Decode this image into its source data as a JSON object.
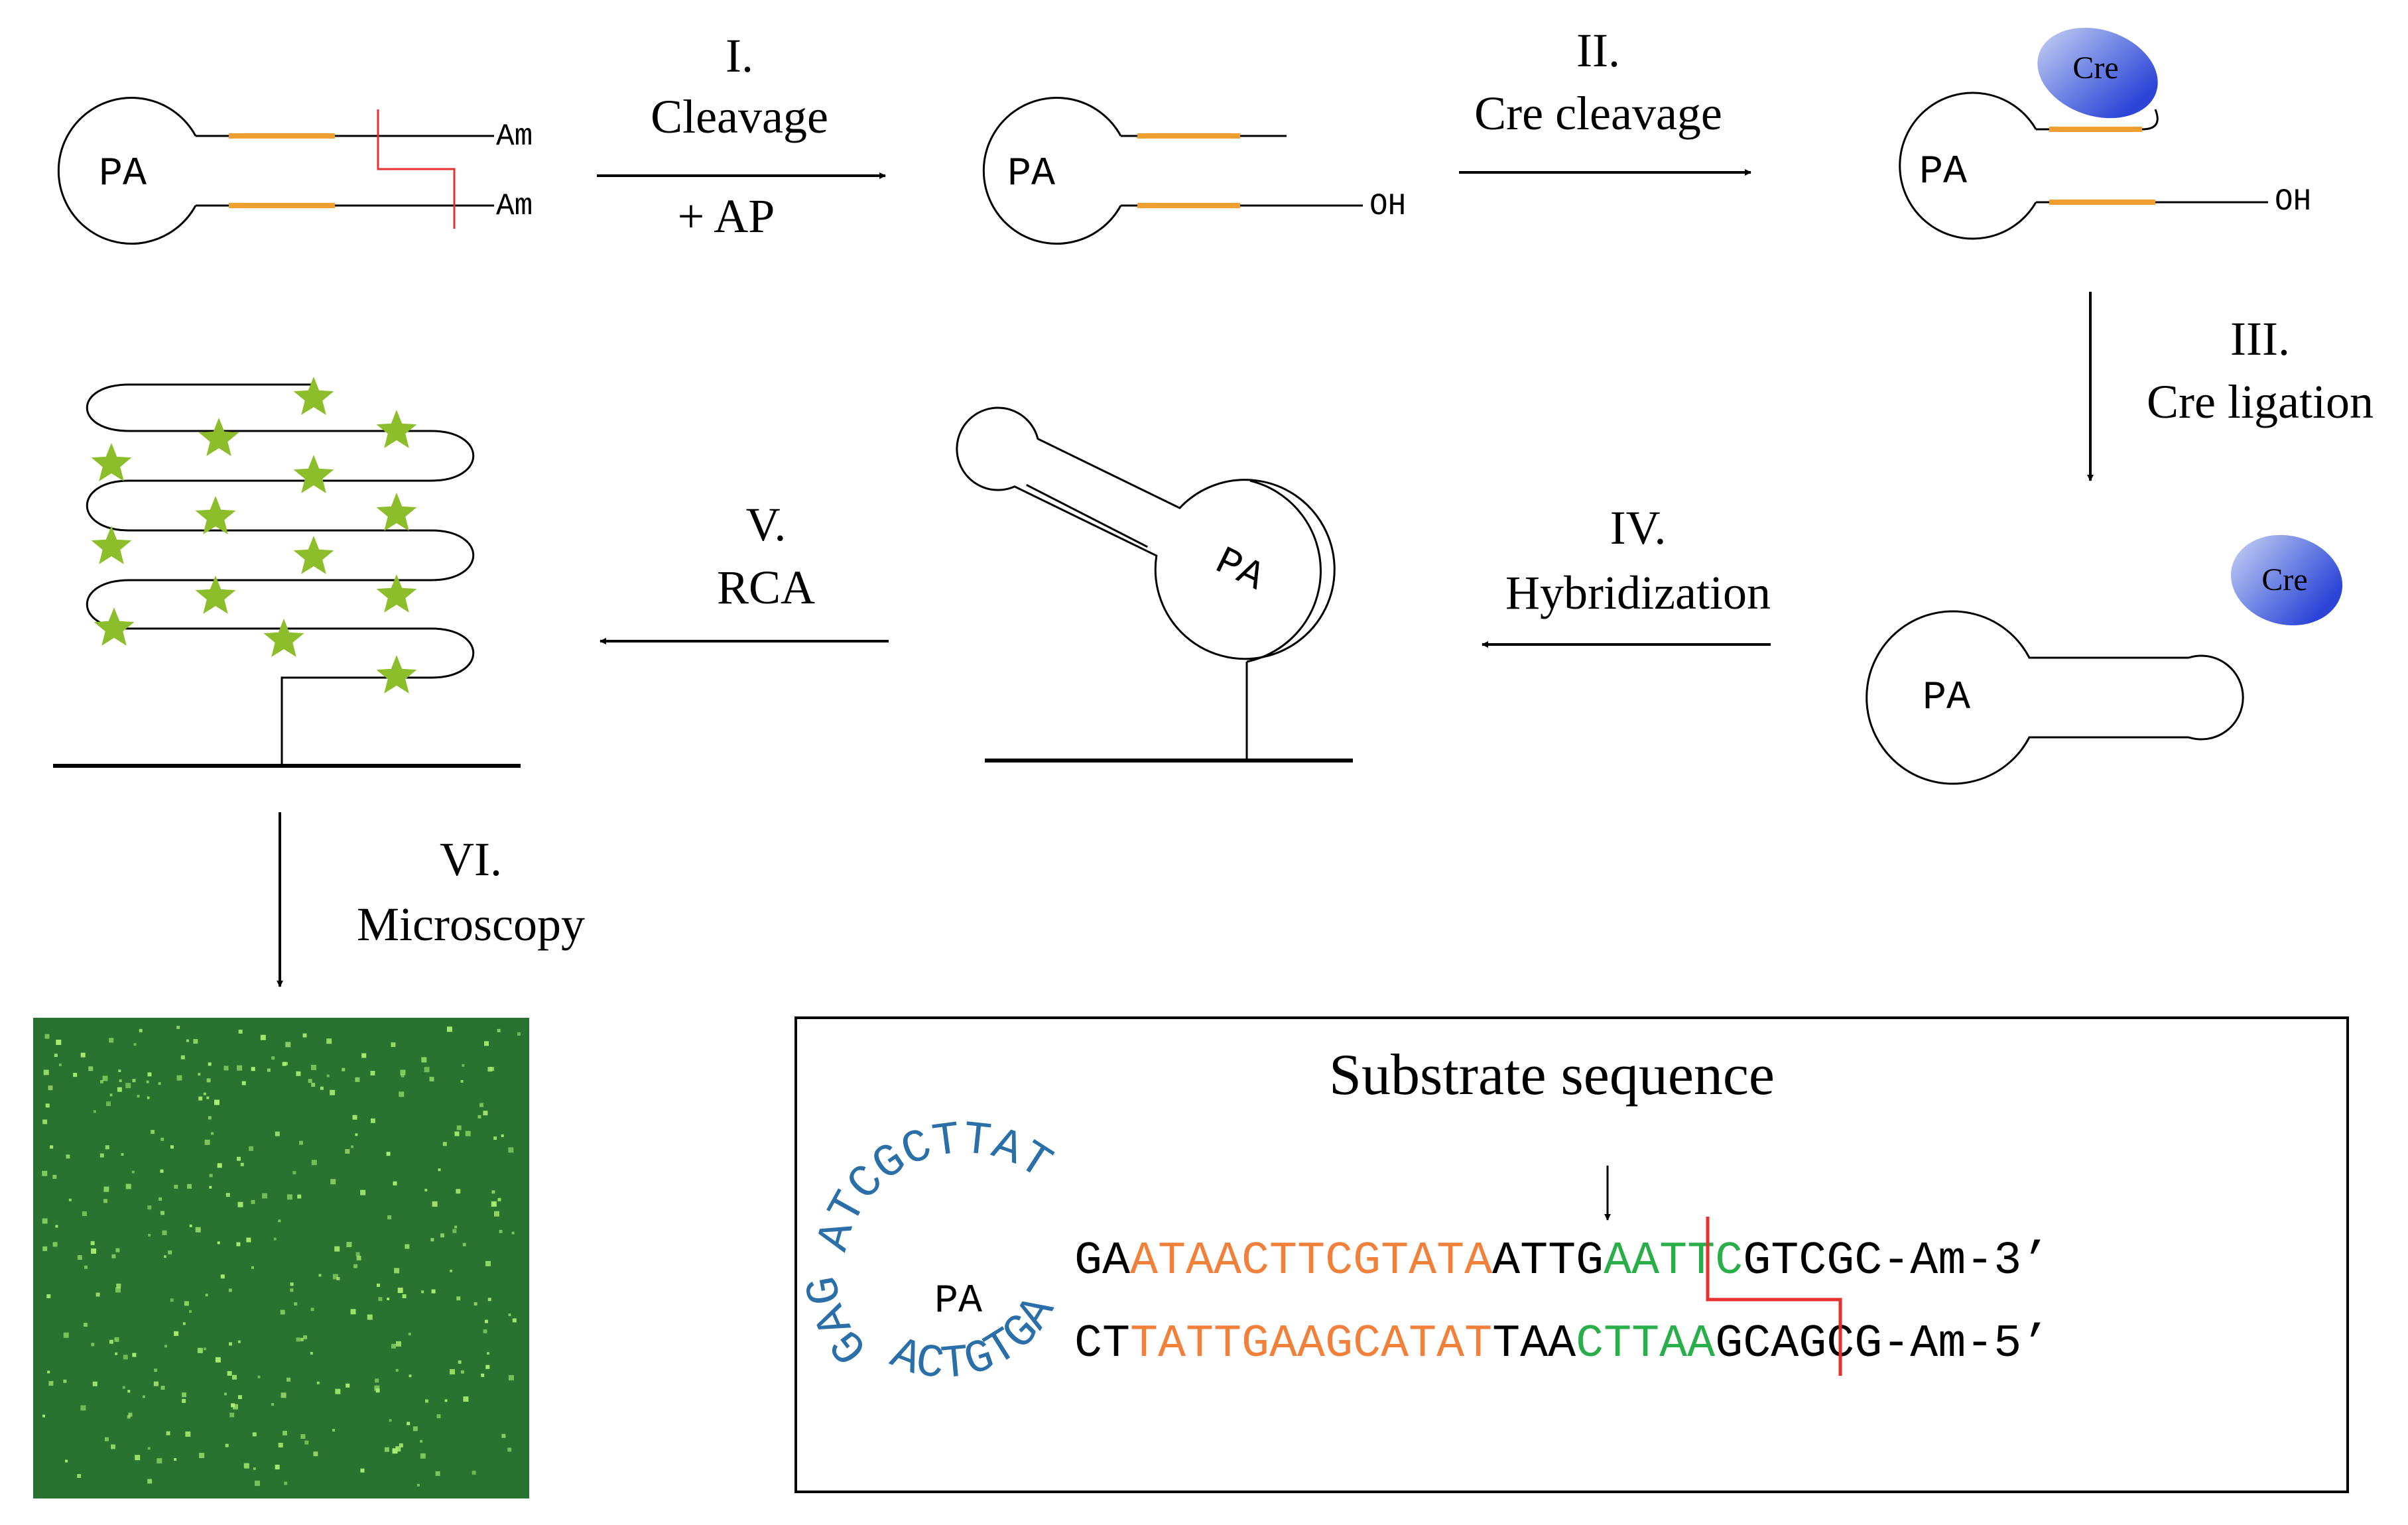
{
  "colors": {
    "orange": "#F0A030",
    "cut_red": "#E53030",
    "star_green": "#8BBE2A",
    "seq_orange": "#F0803A",
    "seq_green": "#2AAE4A",
    "loop_blue": "#2A6FA8",
    "microscopy_bg": "#2E7A34",
    "microscopy_dot": "#A8F070"
  },
  "molecule": {
    "pa_label": "PA",
    "amine_label": "Am",
    "hydroxyl_label": "OH",
    "enzyme_label": "Cre"
  },
  "steps": {
    "s1": {
      "num": "I.",
      "label": "Cleavage",
      "sub": "+ AP"
    },
    "s2": {
      "num": "II.",
      "label": "Cre cleavage"
    },
    "s3": {
      "num": "III.",
      "label": "Cre ligation"
    },
    "s4": {
      "num": "IV.",
      "label": "Hybridization"
    },
    "s5": {
      "num": "V.",
      "label": "RCA"
    },
    "s6": {
      "num": "VI.",
      "label": "Microscopy"
    }
  },
  "substrate_box": {
    "title": "Substrate sequence",
    "pa_label": "PA",
    "loop_top": "ATCGCTTAT",
    "loop_left": "GAG",
    "loop_bottom": "ACTGTGA",
    "top_strand": [
      {
        "text": "GA",
        "color": "black"
      },
      {
        "text": "ATAACTTCGTATA",
        "color": "orange"
      },
      {
        "text": "ATTG",
        "color": "black"
      },
      {
        "text": "AATTC",
        "color": "green"
      },
      {
        "text": "GTCGC-Am-3’",
        "color": "black"
      }
    ],
    "bottom_strand": [
      {
        "text": "CT",
        "color": "black"
      },
      {
        "text": "TATTGAAGCATAT",
        "color": "orange"
      },
      {
        "text": "TAA",
        "color": "black"
      },
      {
        "text": "CTTAA",
        "color": "green"
      },
      {
        "text": "G",
        "color": "black"
      },
      {
        "text": "CAGCG-Am-5’",
        "color": "black"
      }
    ]
  }
}
